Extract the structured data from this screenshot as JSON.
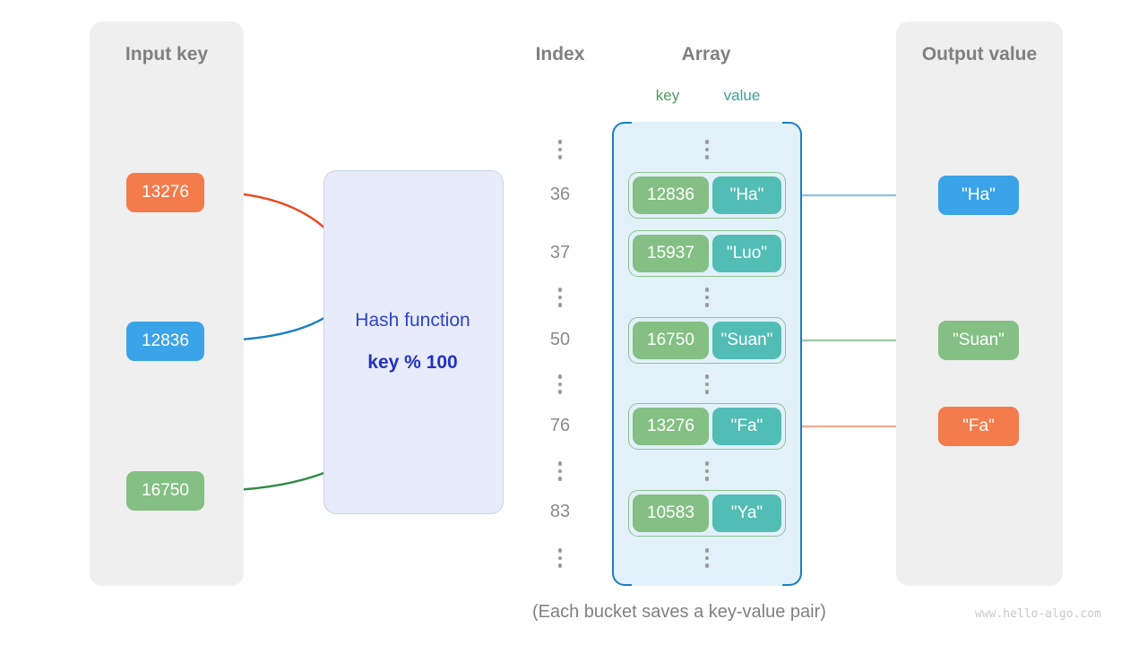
{
  "panels": {
    "input": {
      "title": "Input key"
    },
    "output": {
      "title": "Output value"
    }
  },
  "columns": {
    "index_title": "Index",
    "array_title": "Array",
    "key_label": "key",
    "value_label": "value"
  },
  "hash": {
    "name": "Hash function",
    "formula": "key % 100"
  },
  "input_keys": [
    {
      "text": "13276",
      "color": "#f47b4b"
    },
    {
      "text": "12836",
      "color": "#3ba3e8"
    },
    {
      "text": "16750",
      "color": "#84bf84"
    }
  ],
  "indices": [
    "36",
    "37",
    "50",
    "76",
    "83"
  ],
  "buckets": [
    {
      "index": "36",
      "key": "12836",
      "value": "\"Ha\""
    },
    {
      "index": "37",
      "key": "15937",
      "value": "\"Luo\""
    },
    {
      "index": "50",
      "key": "16750",
      "value": "\"Suan\""
    },
    {
      "index": "76",
      "key": "13276",
      "value": "\"Fa\""
    },
    {
      "index": "83",
      "key": "10583",
      "value": "\"Ya\""
    }
  ],
  "output_values": [
    {
      "text": "\"Ha\"",
      "color": "#3ba3e8"
    },
    {
      "text": "\"Suan\"",
      "color": "#84bf84"
    },
    {
      "text": "\"Fa\"",
      "color": "#f47b4b"
    }
  ],
  "caption": "(Each bucket saves a key-value pair)",
  "watermark": "www.hello-algo.com",
  "colors": {
    "panel_bg": "#efefef",
    "array_bg": "#e2f0fa",
    "bracket": "#1b7fc4",
    "hash_bg": "#e8ebf9",
    "hash_text": "#2d44c8",
    "key_green": "#84bf84",
    "value_teal": "#52bdb5",
    "orange": "#f47b4b",
    "blue": "#3ba3e8",
    "green_line": "#2e8b42",
    "blue_line": "#1b7fc4",
    "orange_line": "#e8491d"
  }
}
